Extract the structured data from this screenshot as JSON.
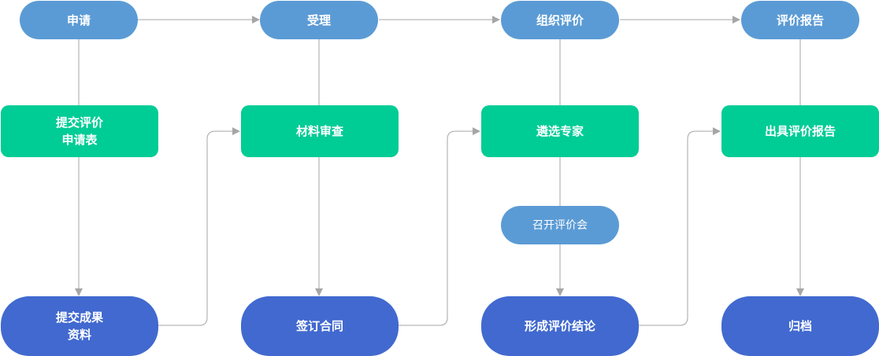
{
  "phases": [
    {
      "label": "申请"
    },
    {
      "label": "受理"
    },
    {
      "label": "组织评价"
    },
    {
      "label": "评价报告"
    }
  ],
  "steps": [
    {
      "label": "提交评价\n申请表"
    },
    {
      "label": "材料审查"
    },
    {
      "label": "遴选专家"
    },
    {
      "label": "出具评价报告"
    }
  ],
  "meeting": {
    "label": "召开评价会"
  },
  "results": [
    {
      "label": "提交成果\n资料"
    },
    {
      "label": "签订合同"
    },
    {
      "label": "形成评价结论"
    },
    {
      "label": "归档"
    }
  ],
  "colors": {
    "phase": "#5b9bd5",
    "step": "#00cc96",
    "result": "#4169cf",
    "connector": "#a6a6a6"
  }
}
